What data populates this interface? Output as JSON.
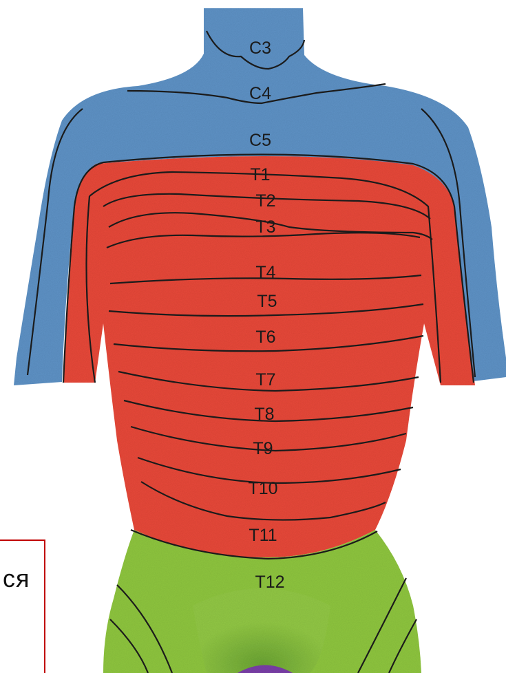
{
  "diagram": {
    "regions": {
      "cervical_color": "#5f93c6",
      "thoracic_color": "#e84a3a",
      "lumbar_color": "#8fc640"
    },
    "labels": [
      "C3",
      "C4",
      "C5",
      "T1",
      "T2",
      "T3",
      "T4",
      "T5",
      "T6",
      "T7",
      "T8",
      "T9",
      "T10",
      "T11",
      "T12"
    ]
  },
  "callout": {
    "text": "ся",
    "border_color": "#c00000"
  }
}
